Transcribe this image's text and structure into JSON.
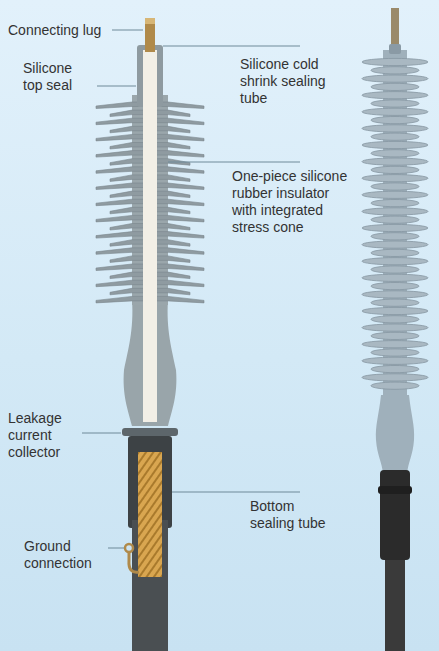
{
  "diagram": {
    "labels": [
      "Connecting lug",
      "Silicone top seal",
      "Silicone cold shrink sealing tube",
      "One-piece silicone rubber insulator with integrated stress cone",
      "Leakage current collector",
      "Bottom sealing tube",
      "Ground connection"
    ]
  }
}
